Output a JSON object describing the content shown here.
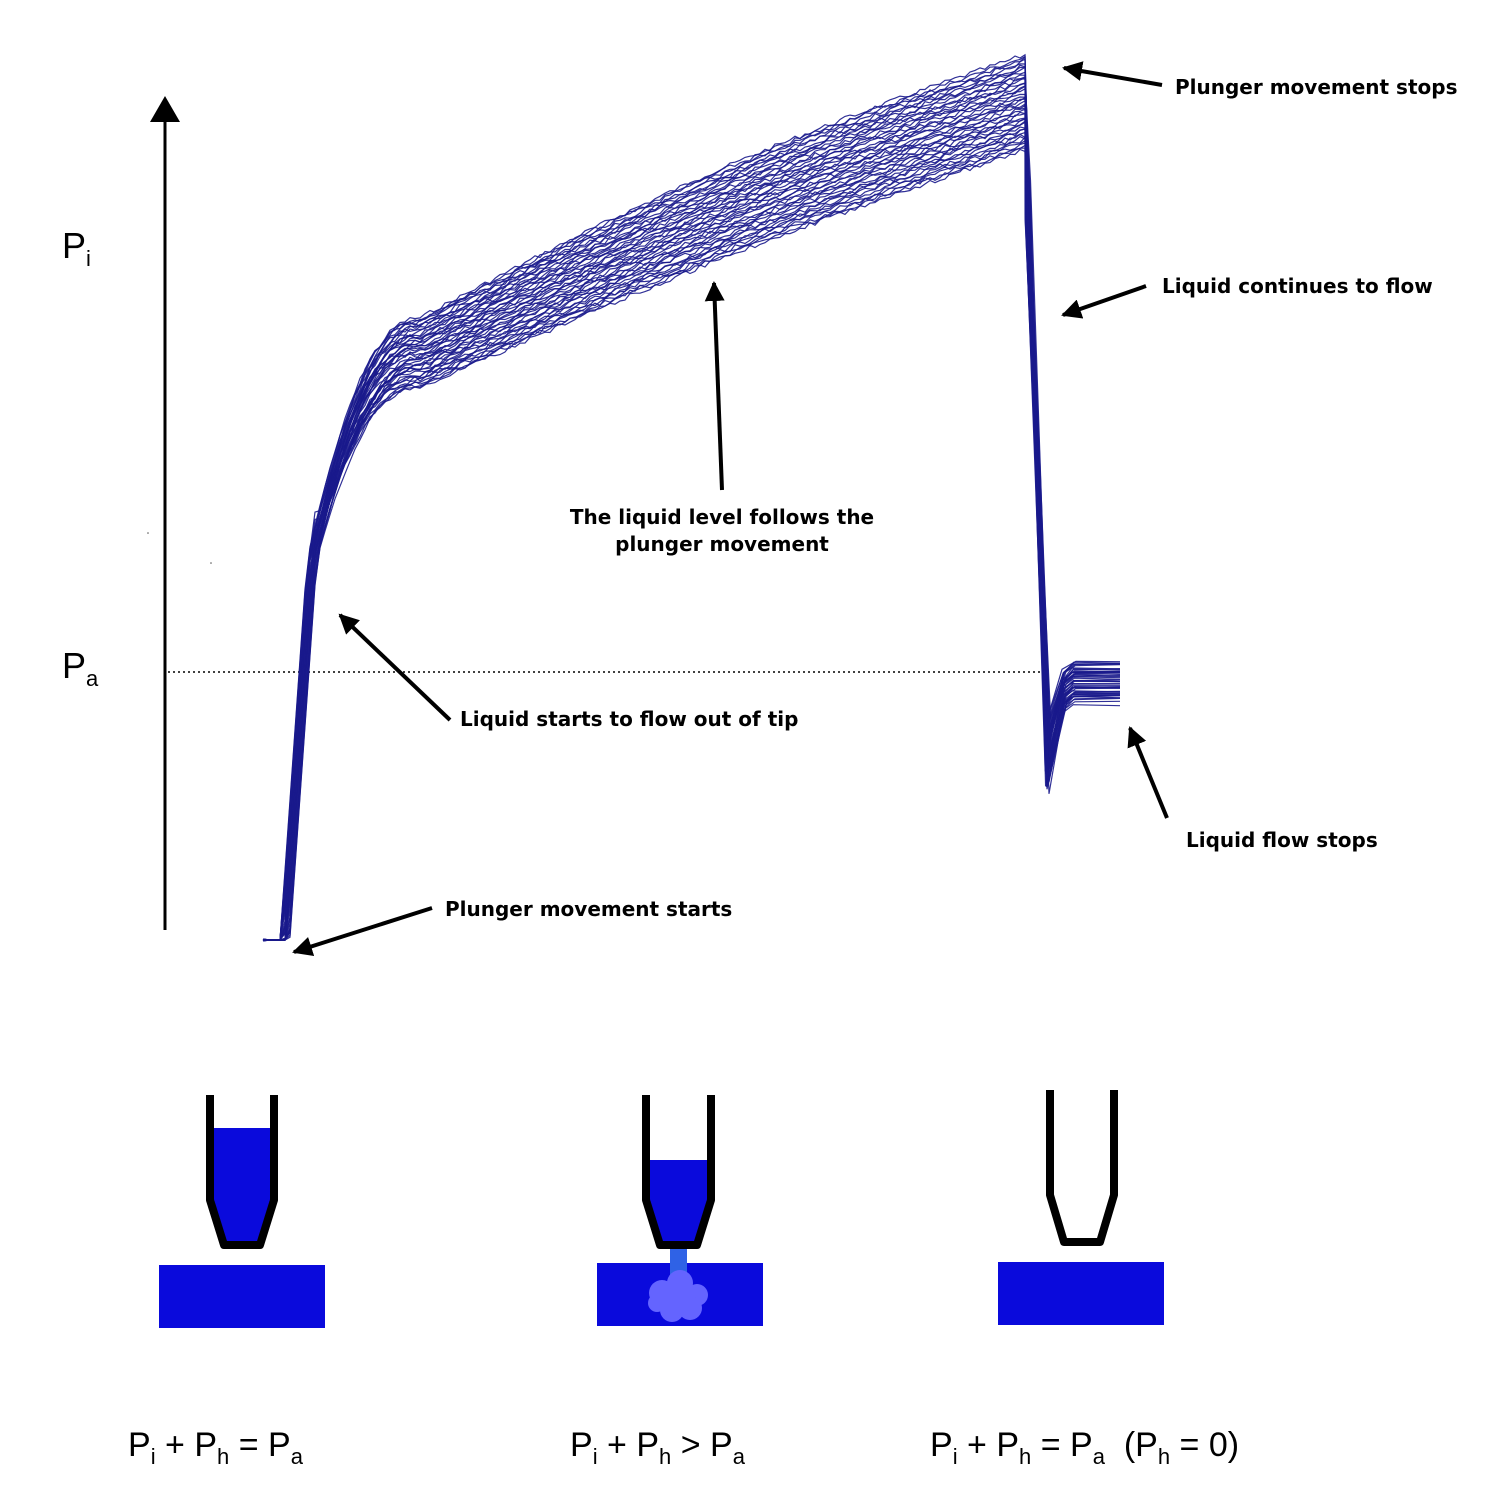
{
  "colors": {
    "trace": "#1a1a8c",
    "liquid": "#0a0adc",
    "spray": "#6464ff",
    "stream": "#2f62e6",
    "tip": "#000000"
  },
  "axis": {
    "y_high_label": {
      "base": "P",
      "sub": "i"
    },
    "y_ref_label": {
      "base": "P",
      "sub": "a"
    }
  },
  "annotations": {
    "plunger_stops": "Plunger movement stops",
    "continues_flow": "Liquid continues to flow",
    "level_follows_1": "The liquid level follows the",
    "level_follows_2": "plunger movement",
    "starts_flow": "Liquid starts to flow out of tip",
    "flow_stops": "Liquid  flow stops",
    "plunger_starts": "Plunger movement starts"
  },
  "equations": {
    "eq1": {
      "p1": "P",
      "s1": "i",
      "op1": " + P",
      "s2": "h",
      "op2": " = P",
      "s3": "a",
      "tail": ""
    },
    "eq2": {
      "p1": "P",
      "s1": "i",
      "op1": " + P",
      "s2": "h",
      "op2": " > P",
      "s3": "a",
      "tail": ""
    },
    "eq3": {
      "p1": "P",
      "s1": "i",
      "op1": " + P",
      "s2": "h",
      "op2": " = P",
      "s3": "a",
      "tail": "  (P",
      "s4": "h",
      "tail2": " = 0)"
    }
  },
  "trace": {
    "count": 46
  }
}
